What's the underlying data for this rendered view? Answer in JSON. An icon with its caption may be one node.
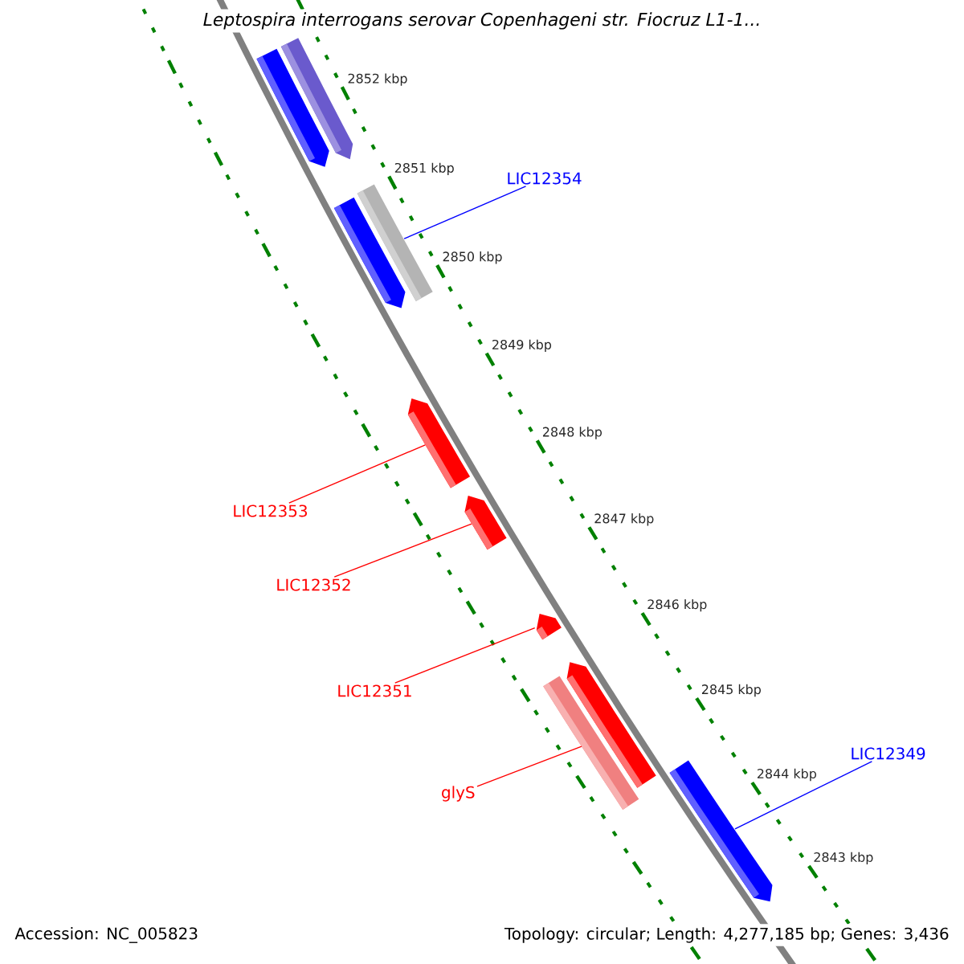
{
  "diagram": {
    "title": "Leptospira interrogans serovar Copenhageni str. Fiocruz L1-1...",
    "nodes": [
      {
        "text": [],
        "shape": "bar"
      },
      {
        "text": [],
        "shape": "bar"
      },
      {
        "text": [
          "LIC12354"
        ]
      },
      {
        "text": [],
        "shape": "bar"
      },
      {
        "text": [],
        "shape": "bar"
      },
      {
        "text": [],
        "shape": "bar"
      },
      {
        "text": [
          "LIC12353"
        ]
      },
      {
        "text": [],
        "shape": "bar"
      },
      {
        "text": [
          "LIC12352"
        ]
      },
      {
        "text": [],
        "shape": "bar"
      },
      {
        "text": [
          "LIC12351"
        ]
      },
      {
        "text": [],
        "shape": "bar"
      },
      {
        "text": [],
        "shape": "bar"
      },
      {
        "text": [
          "glyS"
        ]
      },
      {
        "text": [
          "LIC12349"
        ]
      },
      {
        "text": [],
        "shape": "bar"
      }
    ],
    "edges": [
      {
        "from": 2,
        "to": 4,
        "arrow": "none",
        "color": "#0000ff"
      },
      {
        "from": 6,
        "to": 5,
        "arrow": "none"
      },
      {
        "from": 8,
        "to": 7,
        "arrow": "none"
      },
      {
        "from": 10,
        "to": 9,
        "arrow": "none"
      },
      {
        "from": 13,
        "to": 12,
        "arrow": "none"
      },
      {
        "from": 14,
        "to": 15,
        "arrow": "none",
        "color": "#0000ff"
      }
    ],
    "labels": [
      "2852 kbp",
      "2851 kbp",
      "2850 kbp",
      "2849 kbp",
      "2848 kbp",
      "2847 kbp",
      "2846 kbp",
      "2845 kbp",
      "2844 kbp",
      "2843 kbp",
      "Accession: NC_005823",
      "Topology: circular; Length: 4,277,185 bp; Genes: 3,436"
    ]
  }
}
